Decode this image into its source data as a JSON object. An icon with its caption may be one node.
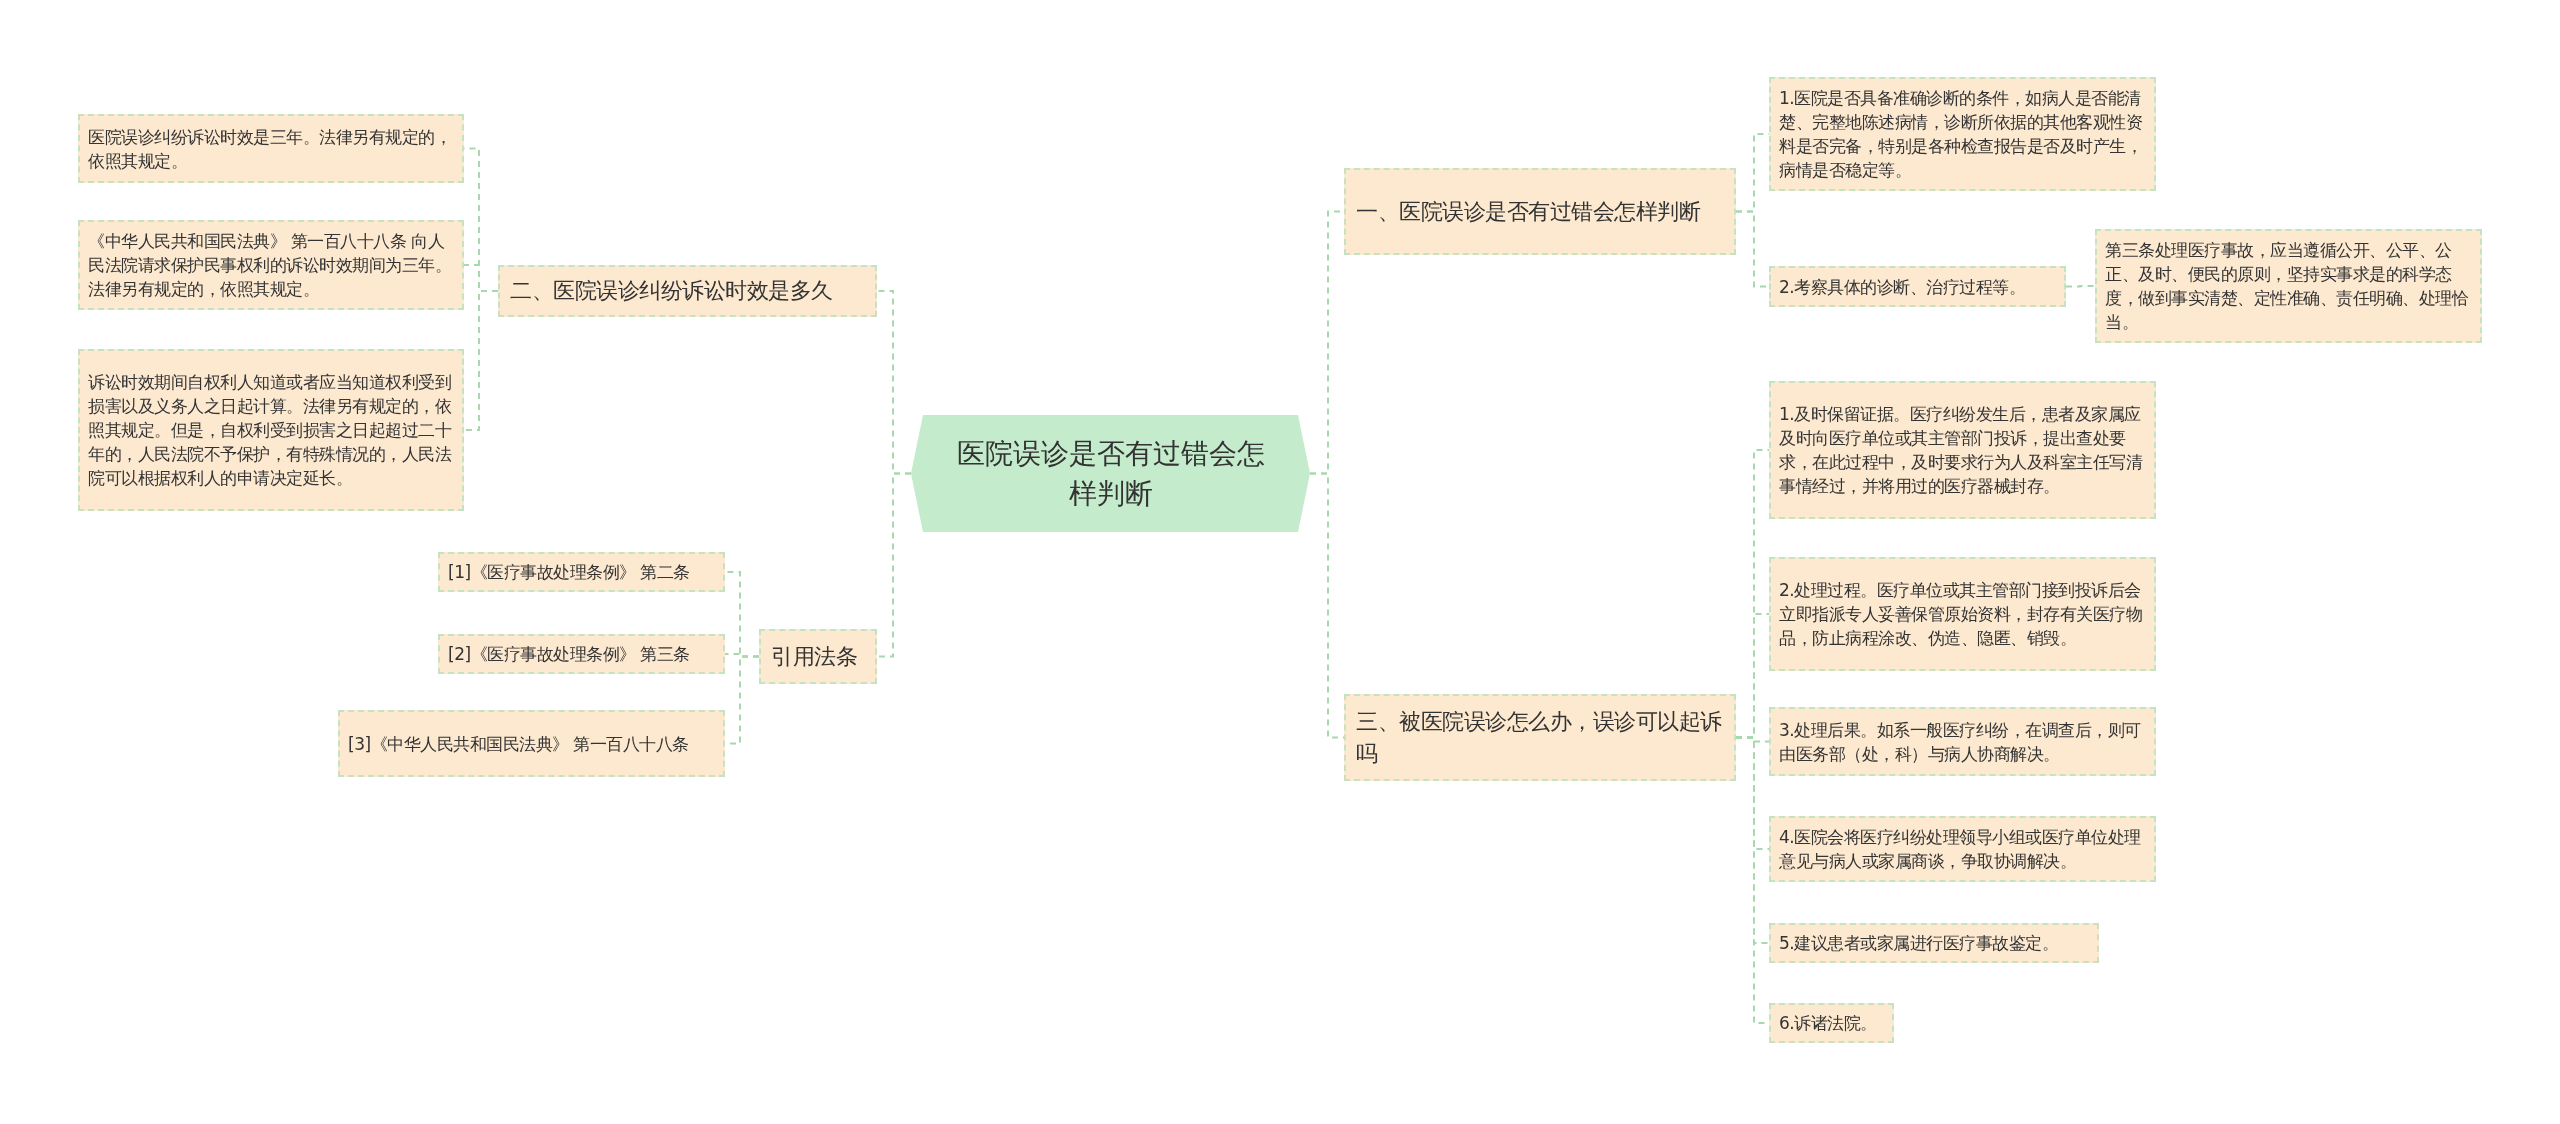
{
  "diagram": {
    "nodes": [
      {
        "text": [
          "医院误诊是否有过错会怎样判断"
        ]
      },
      {
        "text": [
          "二、医院误诊纠纷诉讼时效是多久"
        ]
      },
      {
        "text": [
          "医院误诊纠纷诉讼时效是三年。法律另有规定的，依照其规定。"
        ]
      },
      {
        "text": [
          "《中华人民共和国民法典》 第一百八十八条 向人民法院请求保护民事权利的诉讼时效期间为三年。法律另有规定的，依照其规定。"
        ]
      },
      {
        "text": [
          "诉讼时效期间自权利人知道或者应当知道权利受到损害以及义务人之日起计算。法律另有规定的，依照其规定。但是，自权利受到损害之日起超过二十年的，人民法院不予保护，有特殊情况的，人民法院可以根据权利人的申请决定延长。"
        ]
      },
      {
        "text": [
          "引用法条"
        ]
      },
      {
        "text": [
          "[1]《医疗事故处理条例》 第二条"
        ]
      },
      {
        "text": [
          "[2]《医疗事故处理条例》 第三条"
        ]
      },
      {
        "text": [
          "[3]《中华人民共和国民法典》 第一百八十八条"
        ]
      },
      {
        "text": [
          "一、医院误诊是否有过错会怎样判断"
        ]
      },
      {
        "text": [
          "1.医院是否具备准确诊断的条件，如病人是否能清楚、完整地陈述病情，诊断所依据的其他客观性资料是否完备，特别是各种检查报告是否及时产生，病情是否稳定等。"
        ]
      },
      {
        "text": [
          "2.考察具体的诊断、治疗过程等。"
        ]
      },
      {
        "text": [
          "第三条处理医疗事故，应当遵循公开、公平、公正、及时、便民的原则，坚持实事求是的科学态度，做到事实清楚、定性准确、责任明确、处理恰当。"
        ]
      },
      {
        "text": [
          "三、被医院误诊怎么办，误诊可以起诉吗"
        ]
      },
      {
        "text": [
          "1.及时保留证据。医疗纠纷发生后，患者及家属应及时向医疗单位或其主管部门投诉，提出查处要求，在此过程中，及时要求行为人及科室主任写清事情经过，并将用过的医疗器械封存。"
        ]
      },
      {
        "text": [
          "2.处理过程。医疗单位或其主管部门接到投诉后会立即指派专人妥善保管原始资料，封存有关医疗物品，防止病程涂改、伪造、隐匿、销毁。"
        ]
      },
      {
        "text": [
          "3.处理后果。如系一般医疗纠纷，在调查后，则可由医务部（处，科）与病人协商解决。"
        ]
      },
      {
        "text": [
          "4.医院会将医疗纠纷处理领导小组或医疗单位处理意见与病人或家属商谈，争取协调解决。"
        ]
      },
      {
        "text": [
          "5.建议患者或家属进行医疗事故鉴定。"
        ]
      },
      {
        "text": [
          "6.诉诸法院。"
        ]
      }
    ],
    "edges": [
      {
        "from": 0,
        "to": 1,
        "arrow": "none"
      },
      {
        "from": 1,
        "to": 2,
        "arrow": "none"
      },
      {
        "from": 1,
        "to": 3,
        "arrow": "none"
      },
      {
        "from": 1,
        "to": 4,
        "arrow": "none"
      },
      {
        "from": 0,
        "to": 5,
        "arrow": "none"
      },
      {
        "from": 5,
        "to": 6,
        "arrow": "none"
      },
      {
        "from": 5,
        "to": 7,
        "arrow": "none"
      },
      {
        "from": 5,
        "to": 8,
        "arrow": "none"
      },
      {
        "from": 0,
        "to": 9,
        "arrow": "none"
      },
      {
        "from": 9,
        "to": 10,
        "arrow": "none"
      },
      {
        "from": 9,
        "to": 11,
        "arrow": "none"
      },
      {
        "from": 11,
        "to": 12,
        "arrow": "none"
      },
      {
        "from": 0,
        "to": 13,
        "arrow": "none"
      },
      {
        "from": 13,
        "to": 14,
        "arrow": "none"
      },
      {
        "from": 13,
        "to": 15,
        "arrow": "none"
      },
      {
        "from": 13,
        "to": 16,
        "arrow": "none"
      },
      {
        "from": 13,
        "to": 17,
        "arrow": "none"
      },
      {
        "from": 13,
        "to": 18,
        "arrow": "none"
      },
      {
        "from": 13,
        "to": 19,
        "arrow": "none"
      }
    ]
  }
}
